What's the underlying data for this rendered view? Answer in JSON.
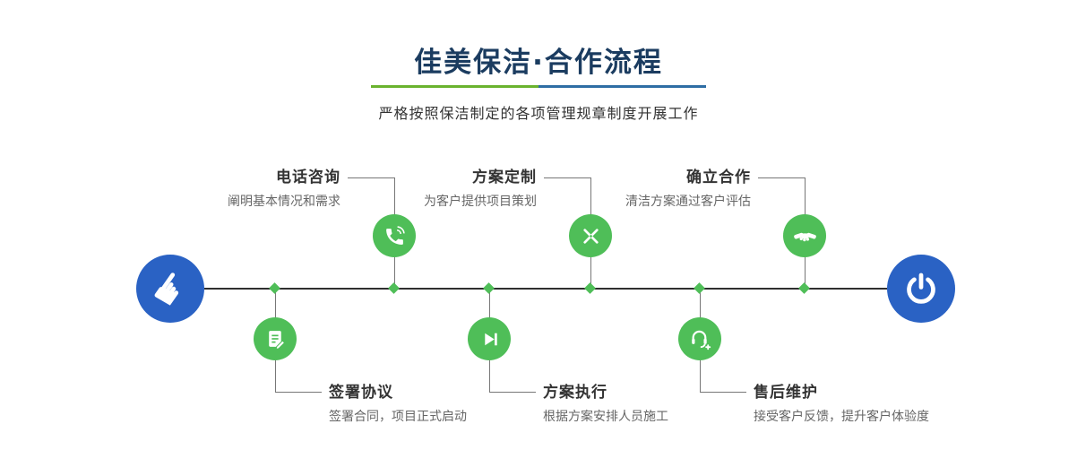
{
  "header": {
    "title": "佳美保洁·合作流程",
    "subtitle": "严格按照保洁制定的各项管理规章制度开展工作"
  },
  "steps": {
    "top": [
      {
        "title": "电话咨询",
        "desc": "阐明基本情况和需求",
        "icon": "phone-icon"
      },
      {
        "title": "方案定制",
        "desc": "为客户提供项目策划",
        "icon": "design-pens-icon"
      },
      {
        "title": "确立合作",
        "desc": "清洁方案通过客户评估",
        "icon": "handshake-icon"
      }
    ],
    "bottom": [
      {
        "title": "签署协议",
        "desc": "签署合同，项目正式启动",
        "icon": "contract-icon"
      },
      {
        "title": "方案执行",
        "desc": "根据方案安排人员施工",
        "icon": "play-icon"
      },
      {
        "title": "售后维护",
        "desc": "接受客户反馈，提升客户体验度",
        "icon": "headset-icon"
      }
    ]
  },
  "endpoints": {
    "start_icon": "pointer-hand-icon",
    "end_icon": "power-icon",
    "start_glyph": "☛"
  },
  "colors": {
    "green": "#4fbe58",
    "blue": "#2a62c4",
    "navy": "#1b3c60",
    "line": "#2f2f2f",
    "underline-green": "#6ab32e",
    "underline-blue": "#2e6da4"
  }
}
